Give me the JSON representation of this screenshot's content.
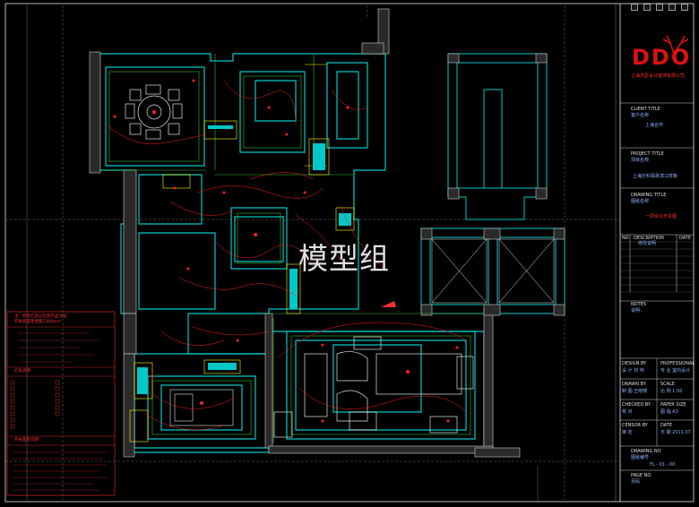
{
  "watermark": "模型组",
  "logo": {
    "mark": "DDO",
    "company": "上海杰匠设计装饰有限公司",
    "brand_color": "#e01010"
  },
  "title_block": {
    "client_title_label": "CLIENT TITLE",
    "client_title_cn": "客户名称",
    "client_title_value": "上海合作",
    "project_title_label": "PROJECT TITLE",
    "project_title_cn": "项目名称",
    "project_title_value": "上海万科翡翠滨江样板",
    "drawing_title_label": "DRAWING TITLE",
    "drawing_title_cn": "图纸名称",
    "drawing_title_value": "一层综合天花图",
    "revision_headers": [
      "NO",
      "DESCRIPTION",
      "DATE"
    ],
    "revision_header_cn": "修改说明",
    "notes_label": "NOTES",
    "notes_cn": "说明：",
    "designed_by_label": "DESIGN BY",
    "designed_by_value": "设 计  刘 伟",
    "professional_label": "PROFESSIONAL",
    "professional_value": "专 业  室内设计",
    "drawn_by_label": "DRAWN BY",
    "drawn_by_value": "制 图  王晓丽",
    "scale_label": "SCALE",
    "scale_value": "比 例   1:50",
    "checked_by_label": "CHECKED BY",
    "checked_by_value": "校 对",
    "paper_size_label": "PAPER SIZE",
    "paper_size_value": "图 幅   A3",
    "censor_label": "CENSOR BY",
    "censor_value": "审 定",
    "date_label": "DATE",
    "date_value": "日 期  2011.07",
    "drawing_no_label": "DRAWING NO",
    "drawing_no_cn": "图纸编号",
    "drawing_no_value": "FL - 01 - 00",
    "page_no_label": "PAGE NO",
    "page_no_cn": "页码"
  },
  "legend": {
    "heading_1": "灯具说明",
    "heading_2": "开关面板说明",
    "note_lines": [
      "注：所有灯具以实际产品为准",
      "开关高度距地面1200mm"
    ]
  },
  "colors": {
    "wall": "#00c8c8",
    "furniture": "#ffff00",
    "wiring": "#ff2020",
    "frame": "#e6e6e6",
    "green_lines": "#30c030"
  }
}
